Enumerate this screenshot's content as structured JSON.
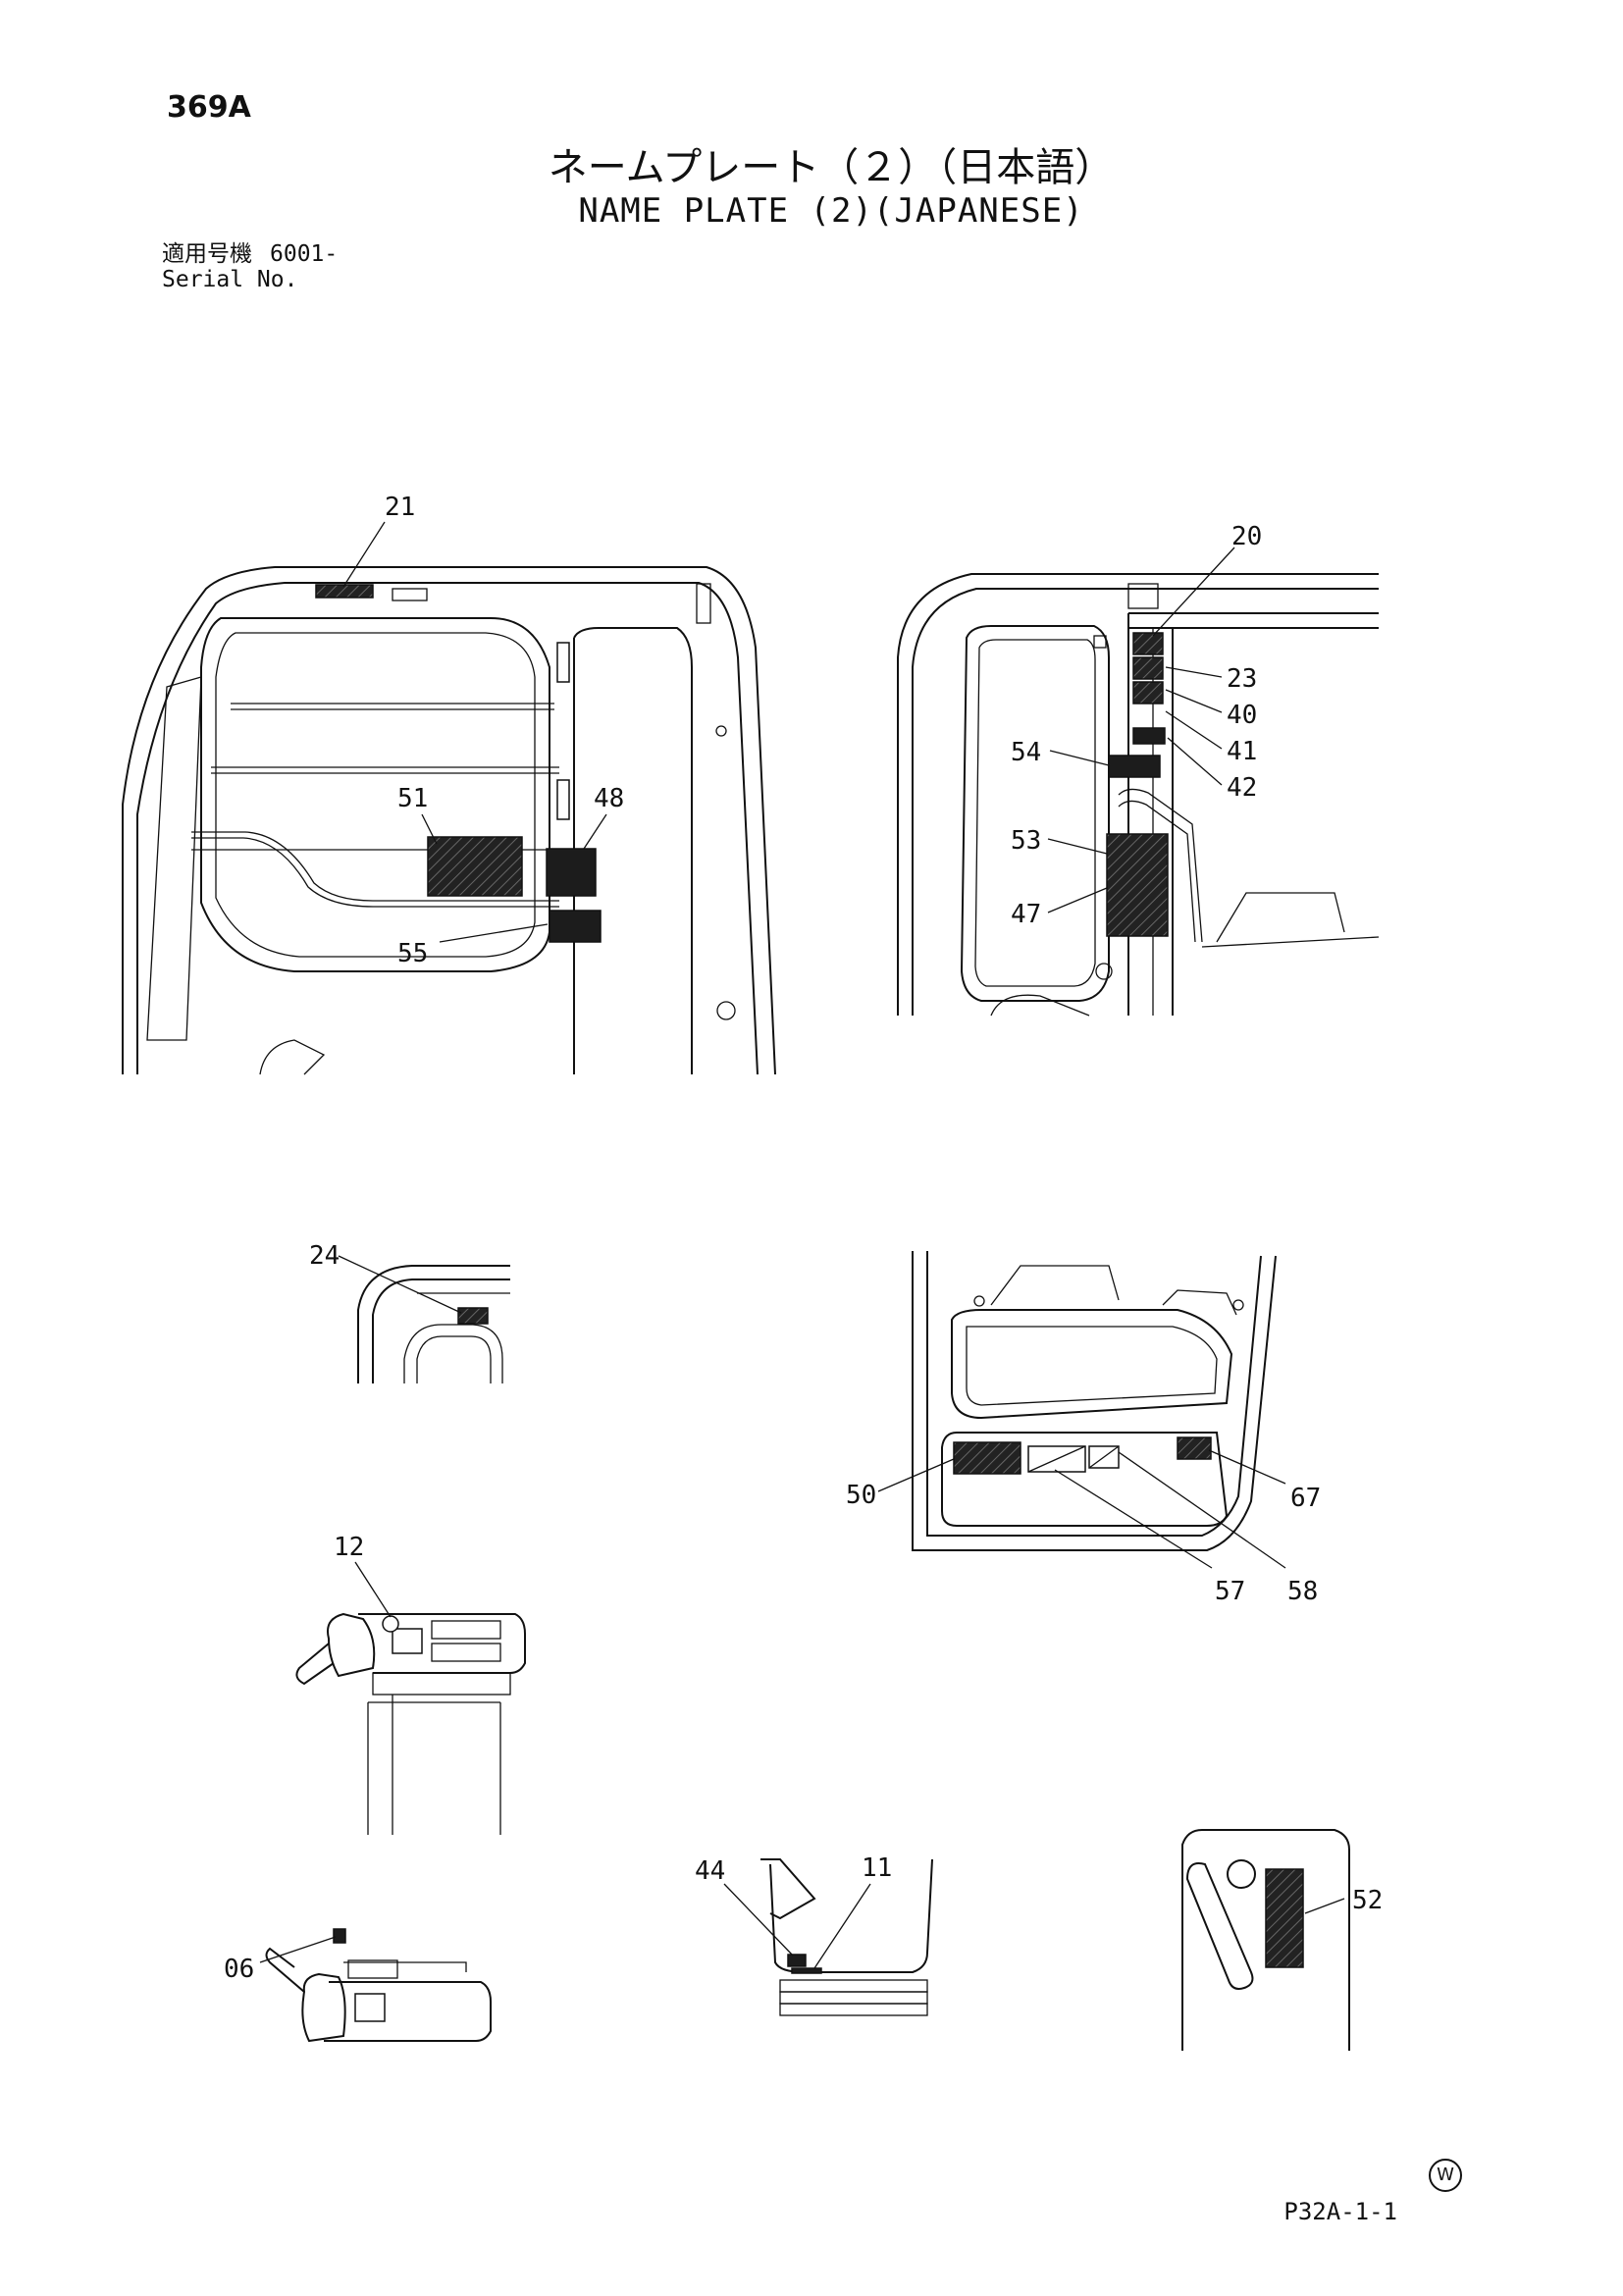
{
  "header": {
    "page_number": "369A",
    "title_jp": "ネームプレート（２）（日本語）",
    "title_en": "NAME PLATE (2)(JAPANESE)",
    "serial_label_jp": "適用号機",
    "serial_value": "6001-",
    "serial_label_en": "Serial No."
  },
  "callouts": {
    "c21": "21",
    "c20": "20",
    "c23": "23",
    "c40": "40",
    "c41": "41",
    "c42": "42",
    "c54": "54",
    "c53": "53",
    "c47": "47",
    "c51": "51",
    "c48": "48",
    "c55": "55",
    "c24": "24",
    "c50": "50",
    "c67": "67",
    "c57": "57",
    "c58": "58",
    "c12": "12",
    "c44": "44",
    "c11": "11",
    "c52": "52",
    "c06": "06"
  },
  "footer": {
    "drawing_code": "P32A-1-1",
    "mark": "W"
  }
}
